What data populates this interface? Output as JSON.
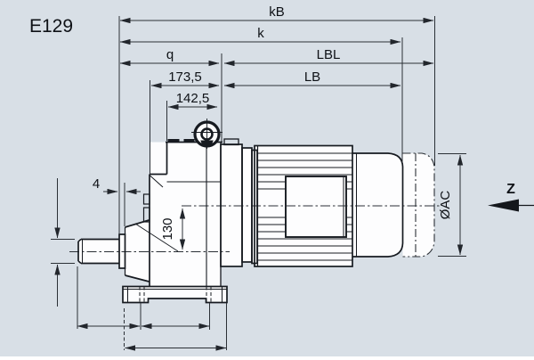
{
  "page": {
    "code": "E129"
  },
  "dimensions": {
    "kB": "kB",
    "k": "k",
    "q": "q",
    "LBL": "LBL",
    "LB": "LB",
    "val_173_5": "173,5",
    "val_142_5": "142,5",
    "val_4": "4",
    "val_130": "130",
    "diameter_AC": "ØAC"
  },
  "view_marker": {
    "label": "Z"
  },
  "colors": {
    "background": "#d8dfe6",
    "body_line": "#161a20",
    "dimension_line": "#2b3036",
    "body_fill": "#fdfdfe"
  }
}
